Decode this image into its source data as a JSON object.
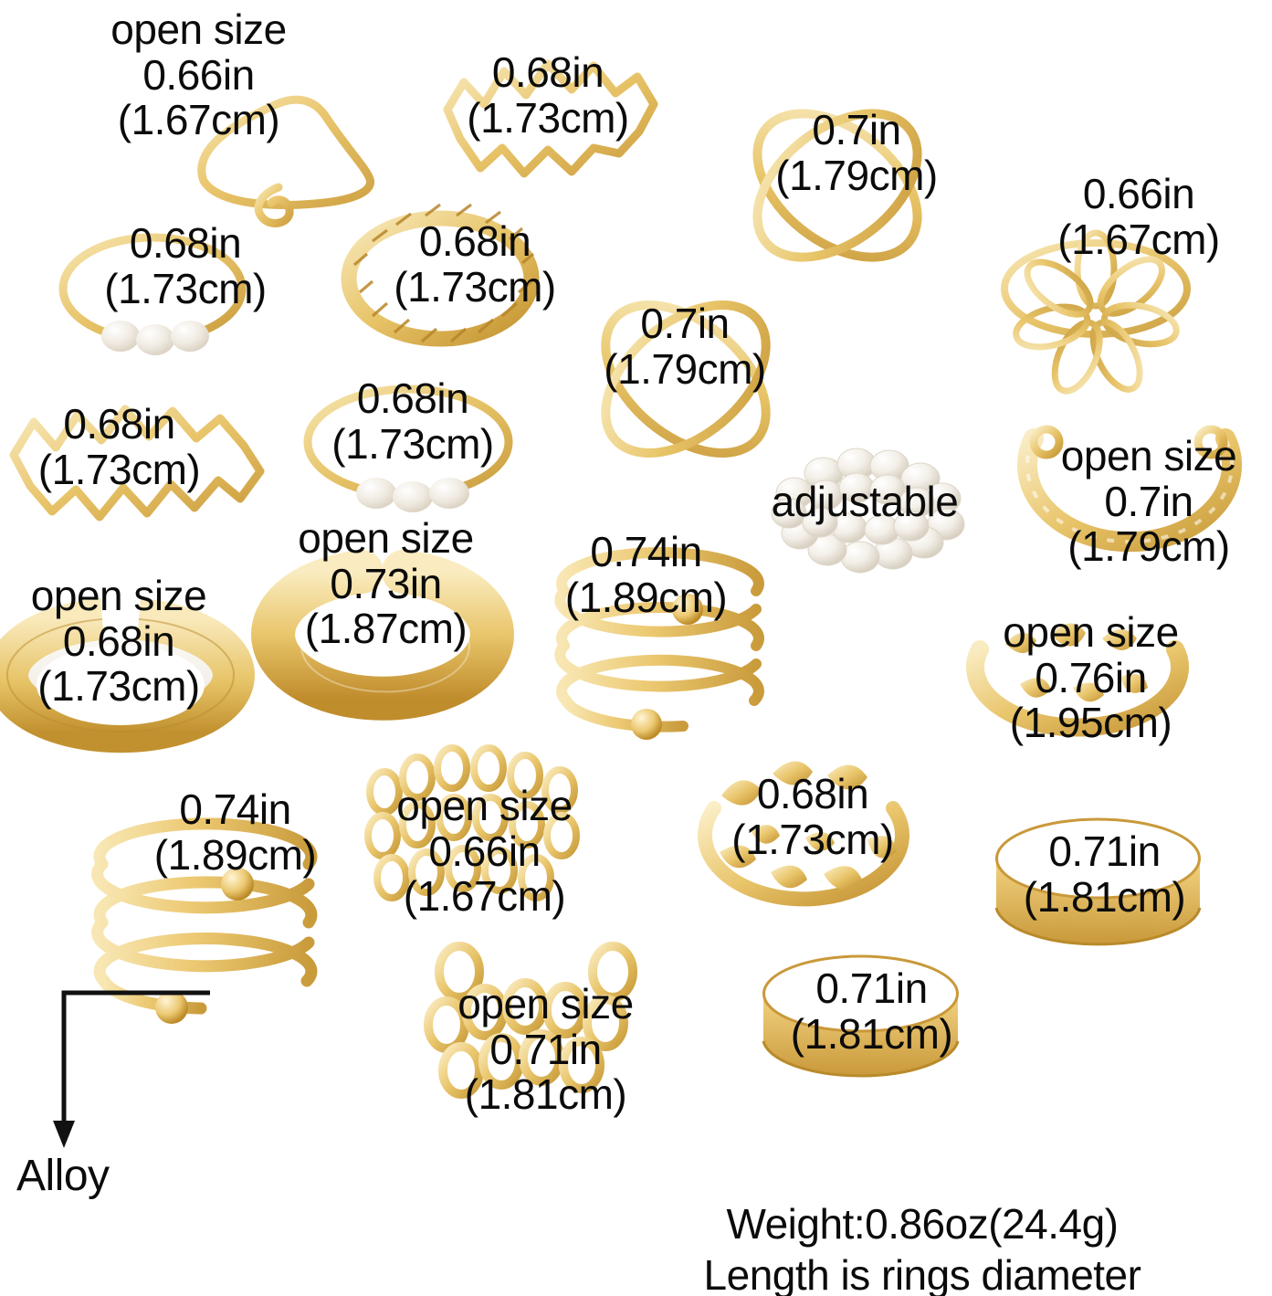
{
  "page": {
    "background": "#ffffff",
    "text_color": "#0b0b0b",
    "gold_light": "#f7e6b0",
    "gold_mid": "#e9c56b",
    "gold_dark": "#c79a38",
    "pearl": "#f4f1ec",
    "enamel_white": "#f3efe9"
  },
  "labels": {
    "open_size": "open size",
    "adjustable": "adjustable",
    "alloy": "Alloy"
  },
  "rings": [
    {
      "id": "pointed-wire-ring",
      "open": "open size",
      "inch": "0.66in",
      "cm": "(1.67cm)"
    },
    {
      "id": "wavy-zigzag-ring",
      "open": "",
      "inch": "0.68in",
      "cm": "(1.73cm)"
    },
    {
      "id": "x-cross-ring-top",
      "open": "",
      "inch": "0.7in",
      "cm": "(1.79cm)"
    },
    {
      "id": "flower-wire-ring",
      "open": "",
      "inch": "0.66in",
      "cm": "(1.67cm)"
    },
    {
      "id": "pearl-trio-ring-a",
      "open": "",
      "inch": "0.68in",
      "cm": "(1.73cm)"
    },
    {
      "id": "twisted-rope-ring",
      "open": "",
      "inch": "0.68in",
      "cm": "(1.73cm)"
    },
    {
      "id": "x-cross-ring-mid",
      "open": "",
      "inch": "0.7in",
      "cm": "(1.79cm)"
    },
    {
      "id": "wavy-band-ring",
      "open": "",
      "inch": "0.68in",
      "cm": "(1.73cm)"
    },
    {
      "id": "pearl-trio-ring-b",
      "open": "",
      "inch": "0.68in",
      "cm": "(1.73cm)"
    },
    {
      "id": "pearl-beaded-ring",
      "open": "",
      "inch": "",
      "cm": "",
      "note": "adjustable"
    },
    {
      "id": "filigree-open-ring",
      "open": "open size",
      "inch": "0.7in",
      "cm": "(1.79cm)"
    },
    {
      "id": "white-enamel-ring",
      "open": "open size",
      "inch": "0.68in",
      "cm": "(1.73cm)"
    },
    {
      "id": "wide-open-band",
      "open": "open size",
      "inch": "0.73in",
      "cm": "(1.87cm)"
    },
    {
      "id": "spiral-coil-ring-a",
      "open": "",
      "inch": "0.74in",
      "cm": "(1.89cm)"
    },
    {
      "id": "leaf-open-ring",
      "open": "open size",
      "inch": "0.76in",
      "cm": "(1.95cm)"
    },
    {
      "id": "spiral-coil-ring-b",
      "open": "",
      "inch": "0.74in",
      "cm": "(1.89cm)"
    },
    {
      "id": "chain-loop-ring",
      "open": "open size",
      "inch": "0.66in",
      "cm": "(1.67cm)"
    },
    {
      "id": "laurel-leaf-ring",
      "open": "",
      "inch": "0.68in",
      "cm": "(1.73cm)"
    },
    {
      "id": "plain-band-ring-a",
      "open": "",
      "inch": "0.71in",
      "cm": "(1.81cm)"
    },
    {
      "id": "curb-chain-ring",
      "open": "open size",
      "inch": "0.71in",
      "cm": "(1.81cm)"
    },
    {
      "id": "plain-band-ring-b",
      "open": "",
      "inch": "0.71in",
      "cm": "(1.81cm)"
    }
  ],
  "footer": {
    "weight": "Weight:0.86oz(24.4g)",
    "length_note": "Length is rings diameter"
  }
}
